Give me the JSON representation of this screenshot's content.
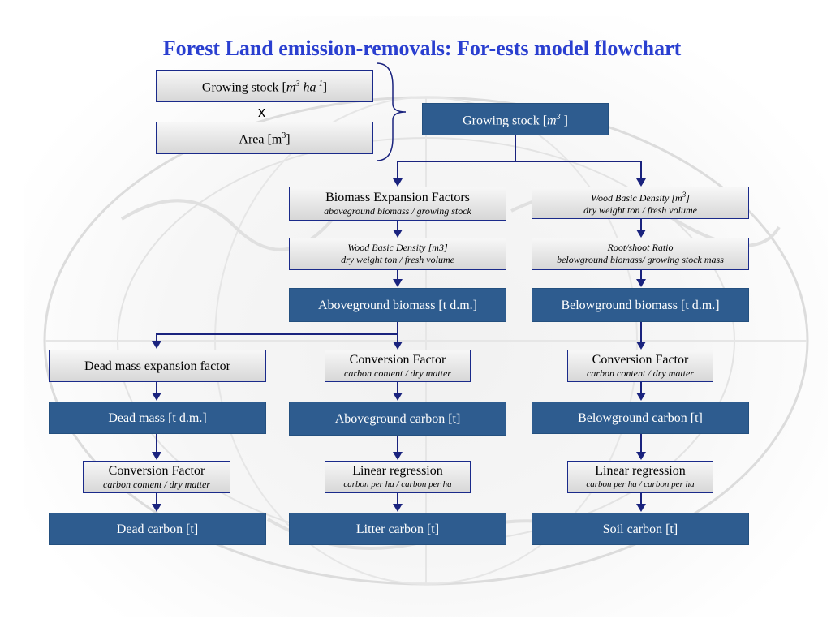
{
  "title": "Forest Land emission-removals: For-ests  model flowchart",
  "multiply_symbol": "x",
  "boxes": {
    "gs_per_ha": {
      "pre": "Growing stock [",
      "unit": "m",
      "sup1": "3",
      "unit2": " ha",
      "sup2": "-1",
      "post": "]"
    },
    "area": {
      "pre": "Area [m",
      "sup": "3",
      "post": "]"
    },
    "gs_total": {
      "pre": "Growing stock [",
      "unit": "m",
      "sup": "3",
      "post": " ]"
    },
    "bef": {
      "main": "Biomass Expansion Factors",
      "sub": "aboveground biomass / growing stock"
    },
    "wbd_right": {
      "line1_pre": "Wood Basic Density [m",
      "line1_sup": "3",
      "line1_post": "]",
      "sub": "dry weight ton / fresh volume"
    },
    "wbd_left": {
      "line1": "Wood Basic Density [m3]",
      "sub": "dry weight ton / fresh volume"
    },
    "root_shoot": {
      "line1": "Root/shoot Ratio",
      "sub": "belowground biomass/ growing stock mass"
    },
    "agb": "Aboveground biomass [t d.m.]",
    "bgb": "Belowground biomass [t d.m.]",
    "dead_mass_ef": "Dead mass expansion factor",
    "cf_mid": {
      "main": "Conversion Factor",
      "sub": "carbon content / dry matter"
    },
    "cf_right": {
      "main": "Conversion Factor",
      "sub": "carbon content / dry matter"
    },
    "dead_mass": "Dead mass [t d.m.]",
    "agc": "Aboveground carbon [t]",
    "bgc": "Belowground carbon [t]",
    "cf_left": {
      "main": "Conversion Factor",
      "sub": "carbon content / dry matter"
    },
    "lr_mid": {
      "main": "Linear regression",
      "sub": "carbon per ha / carbon per ha"
    },
    "lr_right": {
      "main": "Linear regression",
      "sub": "carbon per ha / carbon per ha"
    },
    "dead_carbon": "Dead carbon [t]",
    "litter_carbon": "Litter carbon [t]",
    "soil_carbon": "Soil carbon [t]"
  }
}
